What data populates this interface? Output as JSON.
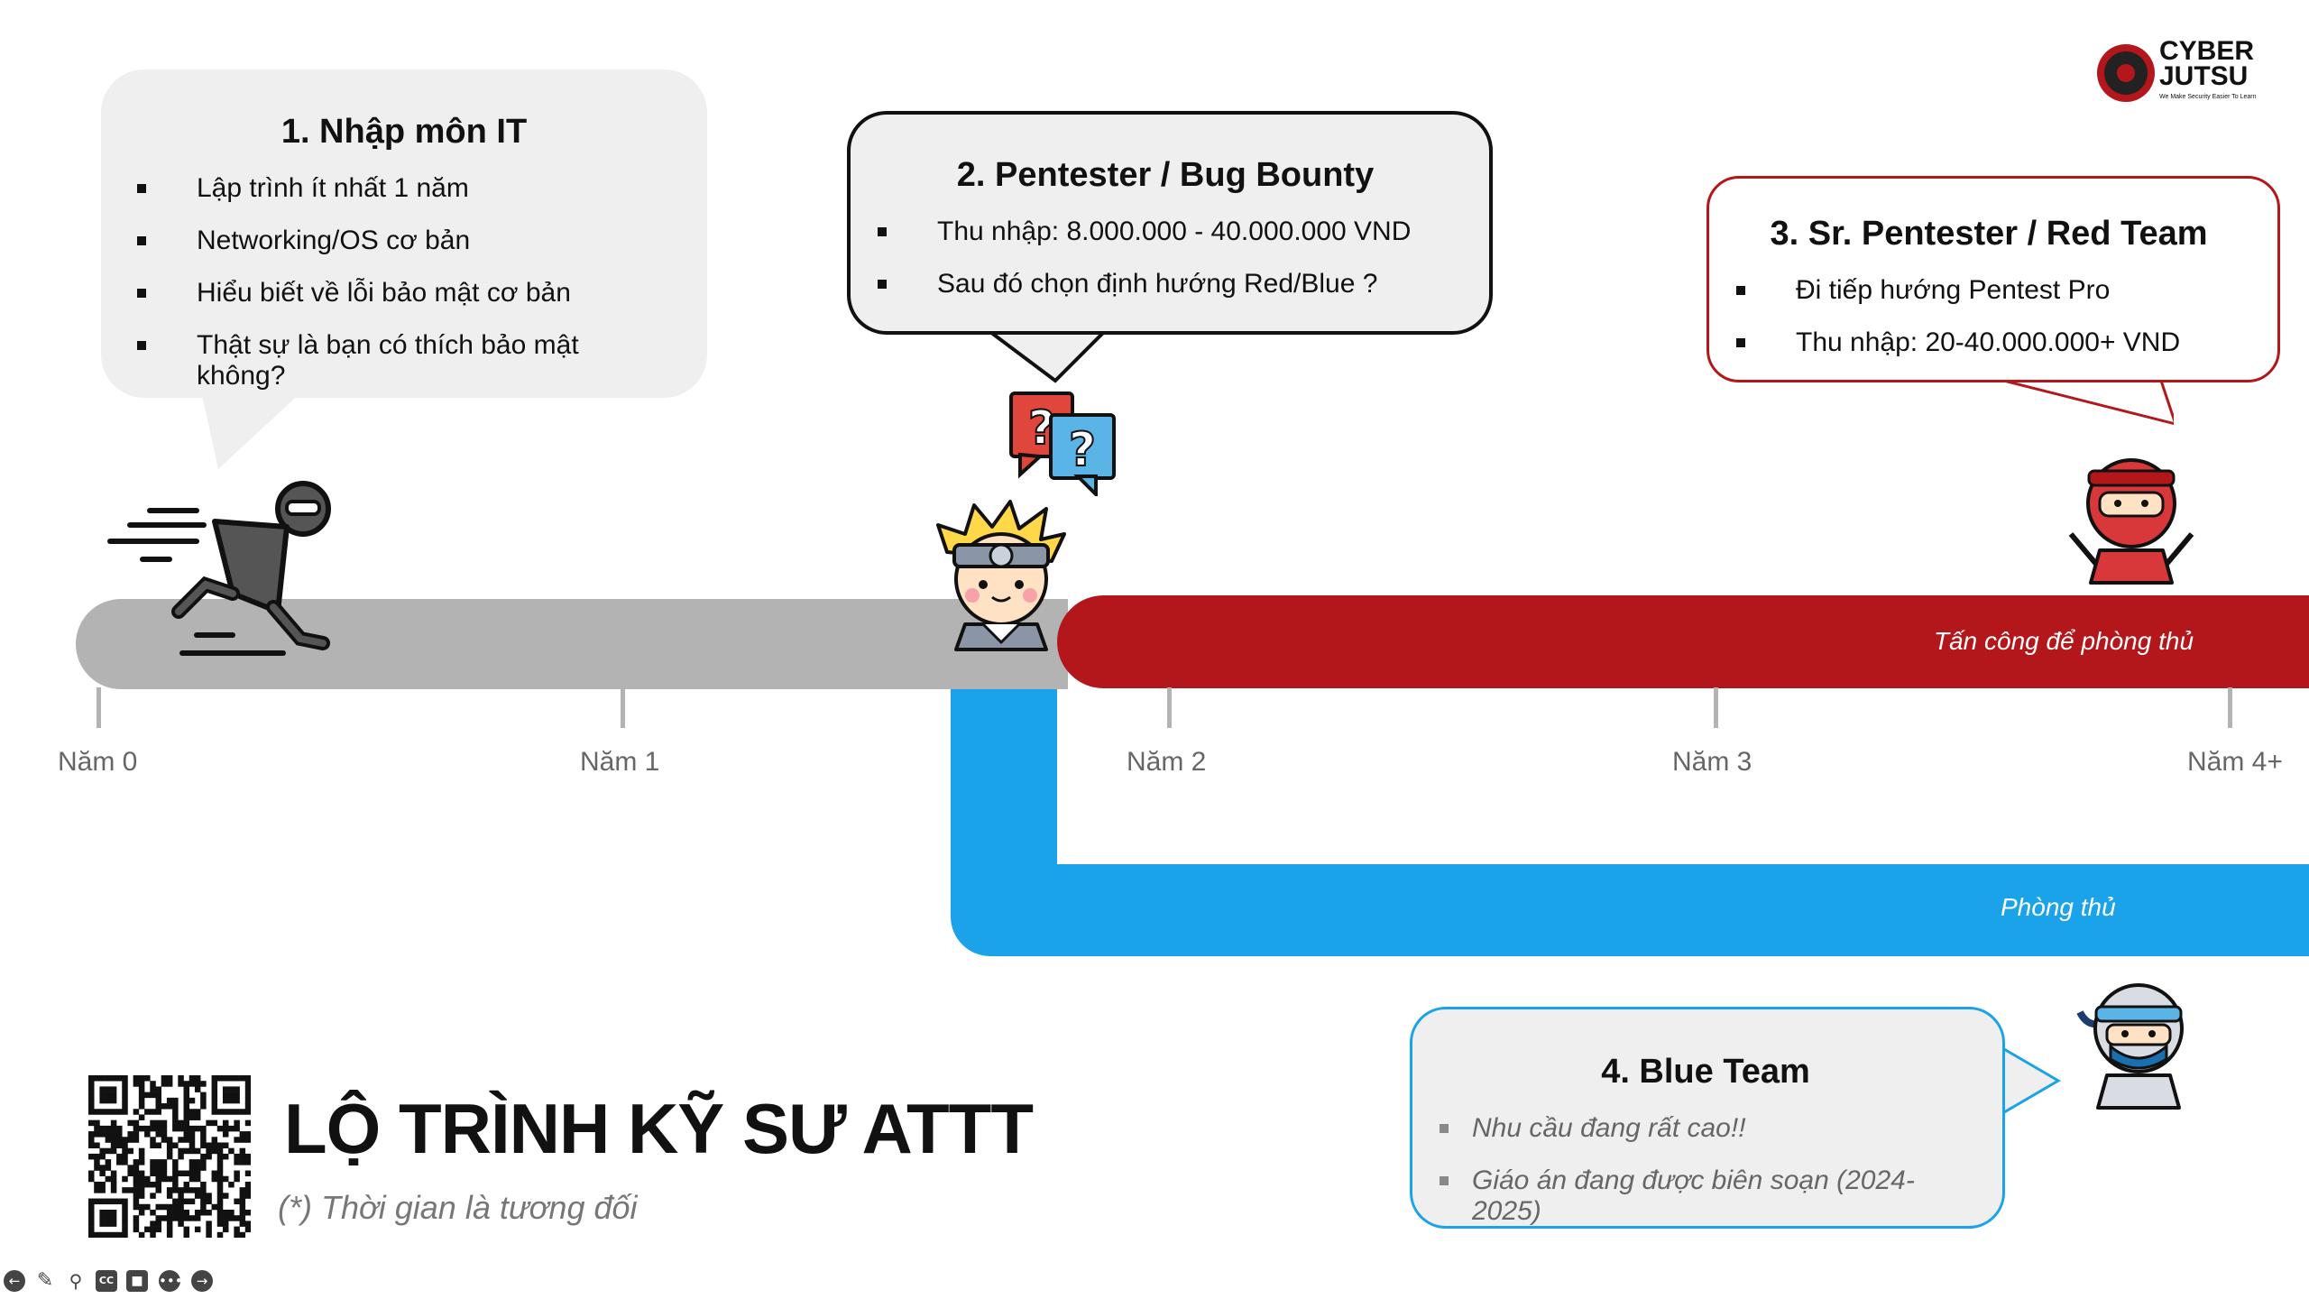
{
  "logo": {
    "line1": "CYBER",
    "line2": "JUTSU",
    "tagline": "We Make Security Easier To Learn"
  },
  "bubbles": {
    "b1": {
      "title": "1. Nhập môn IT",
      "items": [
        "Lập trình ít nhất 1 năm",
        "Networking/OS cơ bản",
        "Hiểu biết về lỗi bảo mật cơ bản",
        "Thật sự là bạn có thích bảo mật không?"
      ]
    },
    "b2": {
      "title": "2. Pentester / Bug Bounty",
      "items": [
        "Thu nhập: 8.000.000 - 40.000.000 VND",
        "Sau đó chọn định hướng Red/Blue ?"
      ]
    },
    "b3": {
      "title": "3. Sr. Pentester / Red Team",
      "items": [
        "Đi tiếp hướng Pentest Pro",
        "Thu nhập: 20-40.000.000+ VND"
      ]
    },
    "b4": {
      "title": "4. Blue Team",
      "items": [
        "Nhu cầu đang rất cao!!",
        "Giáo án đang được biên soạn (2024-2025)"
      ]
    }
  },
  "timeline": {
    "years": [
      "Năm 0",
      "Năm 1",
      "Năm 2",
      "Năm 3",
      "Năm 4+"
    ],
    "red_label": "Tấn công để phòng thủ",
    "blue_label": "Phòng thủ"
  },
  "title": {
    "main": "LỘ TRÌNH KỸ SƯ ATTT",
    "note": "(*) Thời gian là tương đối"
  },
  "colors": {
    "grey_bar": "#b3b3b3",
    "red_bar": "#b3161b",
    "blue_bar": "#1aa3e8",
    "bubble_bg": "#efefef"
  },
  "icons": [
    "running-ninja-icon",
    "question-bubbles-icon",
    "blonde-ninja-icon",
    "red-ninja-icon",
    "blue-ninja-icon",
    "qr-code-icon",
    "back-icon",
    "pen-icon",
    "zoom-icon",
    "cc-icon",
    "camera-off-icon",
    "more-icon",
    "next-icon"
  ]
}
